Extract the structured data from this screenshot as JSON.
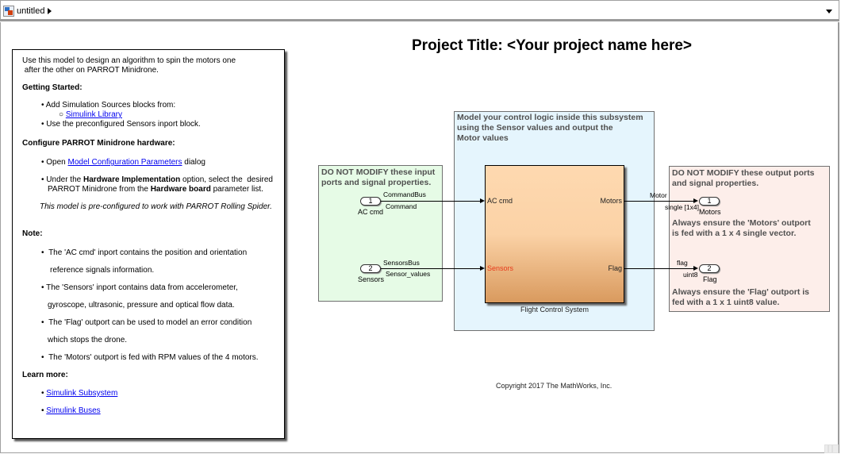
{
  "window": {
    "title": "untitled",
    "model_icon": "simulink-model-icon",
    "breadcrumb_arrow": "right-triangle",
    "dropdown_icon": "down-triangle"
  },
  "project_title": "Project Title: <Your project name here>",
  "copyright": "Copyright 2017 The MathWorks, Inc.",
  "instructions": {
    "intro_line1": "Use this model to design an algorithm to spin the motors one",
    "intro_line2": " after the other on PARROT Minidrone.",
    "getting_started_heading": "Getting Started:",
    "gs_item1": "Add Simulation Sources blocks from:",
    "gs_subitem_link": "Simulink Library",
    "gs_item2": "Use the preconfigured Sensors inport block.",
    "configure_heading": "Configure PARROT Minidrone hardware:",
    "cfg_open_prefix": "Open ",
    "cfg_open_link": "Model Configuration Parameters",
    "cfg_open_suffix": " dialog",
    "cfg_hw_pre": "Under the ",
    "cfg_hw_bold1": "Hardware Implementation",
    "cfg_hw_mid": " option, select the  desired",
    "cfg_hw_line2_pre": "PARROT Minidrone from the ",
    "cfg_hw_bold2": "Hardware board",
    "cfg_hw_line2_post": " parameter list.",
    "preconfigured_note": "This model is pre-configured to work with PARROT Rolling Spider.",
    "note_heading": "Note:",
    "note1_line1": "The 'AC cmd' inport contains the position and orientation",
    "note1_line2": "reference signals information.",
    "note2_line1": "The 'Sensors' inport contains data from accelerometer,",
    "note2_line2": "gyroscope, ultrasonic, pressure and optical flow data.",
    "note3_line1": "The 'Flag' outport can be used to model an error condition",
    "note3_line2": "which stops the drone.",
    "note4": "The 'Motors' outport is fed with RPM values of the 4 motors.",
    "learn_more_heading": "Learn more:",
    "link_subsystem": "Simulink Subsystem",
    "link_buses": "Simulink Buses"
  },
  "input_area": {
    "annotation_line1": "DO NOT MODIFY these input",
    "annotation_line2": "ports and signal properties.",
    "color": "#e6fbe6",
    "ports": [
      {
        "number": "1",
        "name": "AC cmd",
        "bus_type": "CommandBus",
        "signal_name": "Command"
      },
      {
        "number": "2",
        "name": "Sensors",
        "bus_type": "SensorsBus",
        "signal_name": "Sensor_values"
      }
    ]
  },
  "control_area": {
    "annotation_line1": "Model your control logic inside this subsystem",
    "annotation_line2": "using the Sensor values and output the",
    "annotation_line3": "Motor values",
    "color": "#e5f5fd",
    "subsystem": {
      "name": "Flight Control System",
      "in_ports": [
        "AC cmd",
        "Sensors"
      ],
      "out_ports": [
        "Motors",
        "Flag"
      ],
      "sensors_port_color": "#e83a1a"
    }
  },
  "output_area": {
    "annotation_line1": "DO NOT MODIFY these output ports",
    "annotation_line2": "and signal properties.",
    "color": "#fdeeea",
    "ports": [
      {
        "number": "1",
        "name": "Motors",
        "signal_name": "Motor",
        "data_type": "single [1x4]",
        "note_line1": "Always ensure the 'Motors' outport",
        "note_line2": "is fed with a 1 x 4 single vector."
      },
      {
        "number": "2",
        "name": "Flag",
        "signal_name": "flag",
        "data_type": "uint8",
        "note_line1": "Always ensure the 'Flag' outport is",
        "note_line2": "fed with a 1 x 1 uint8 value."
      }
    ]
  }
}
